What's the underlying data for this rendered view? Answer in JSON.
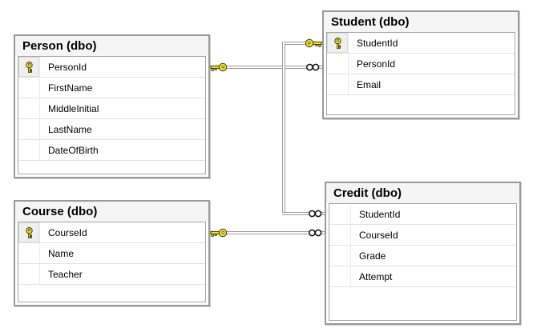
{
  "diagram": {
    "kind": "database-diagram",
    "tables": [
      {
        "id": "person",
        "title": "Person (dbo)",
        "columns": [
          {
            "name": "PersonId",
            "pk": true
          },
          {
            "name": "FirstName",
            "pk": false
          },
          {
            "name": "MiddleInitial",
            "pk": false
          },
          {
            "name": "LastName",
            "pk": false
          },
          {
            "name": "DateOfBirth",
            "pk": false
          }
        ]
      },
      {
        "id": "student",
        "title": "Student (dbo)",
        "columns": [
          {
            "name": "StudentId",
            "pk": true
          },
          {
            "name": "PersonId",
            "pk": false
          },
          {
            "name": "Email",
            "pk": false
          }
        ]
      },
      {
        "id": "course",
        "title": "Course (dbo)",
        "columns": [
          {
            "name": "CourseId",
            "pk": true
          },
          {
            "name": "Name",
            "pk": false
          },
          {
            "name": "Teacher",
            "pk": false
          }
        ]
      },
      {
        "id": "credit",
        "title": "Credit (dbo)",
        "columns": [
          {
            "name": "StudentId",
            "pk": false
          },
          {
            "name": "CourseId",
            "pk": false
          },
          {
            "name": "Grade",
            "pk": false
          },
          {
            "name": "Attempt",
            "pk": false
          }
        ]
      }
    ],
    "relationships": [
      {
        "from": "Person.PersonId",
        "from_cardinality": "one",
        "to": "Student.PersonId",
        "to_cardinality": "many"
      },
      {
        "from": "Student.StudentId",
        "from_cardinality": "one",
        "to": "Credit.StudentId",
        "to_cardinality": "many"
      },
      {
        "from": "Course.CourseId",
        "from_cardinality": "one",
        "to": "Credit.CourseId",
        "to_cardinality": "many"
      }
    ],
    "icons": {
      "primary_key": "key-icon",
      "one_side": "key-icon",
      "many_side": "infinity-icon"
    },
    "colors": {
      "canvas_bg": "#ffffff",
      "table_border": "#9a9a9a",
      "grid_border": "#a5a5a5",
      "row_separator": "#e2e2e2",
      "header_bg": "#f5f5f5",
      "pk_cell_bg": "#efefef",
      "line_gray": "#9c9c9c",
      "key_yellow": "#ece32f",
      "icon_outline": "#3c3800",
      "text": "#000000"
    }
  }
}
